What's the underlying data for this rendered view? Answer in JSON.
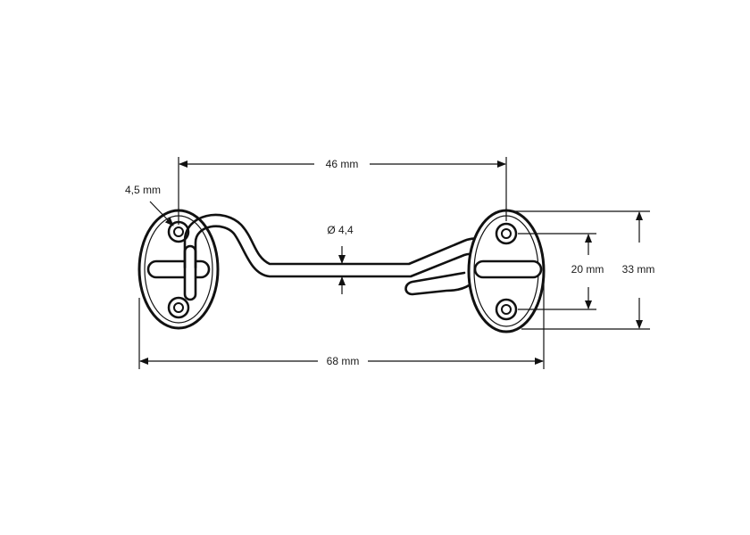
{
  "dimensions": {
    "length_between_eyes": "46 mm",
    "screw_hole": "4,5 mm",
    "wire_diameter": "Ø 4,4",
    "hole_spacing": "20 mm",
    "plate_height": "33 mm",
    "overall_length": "68 mm"
  }
}
